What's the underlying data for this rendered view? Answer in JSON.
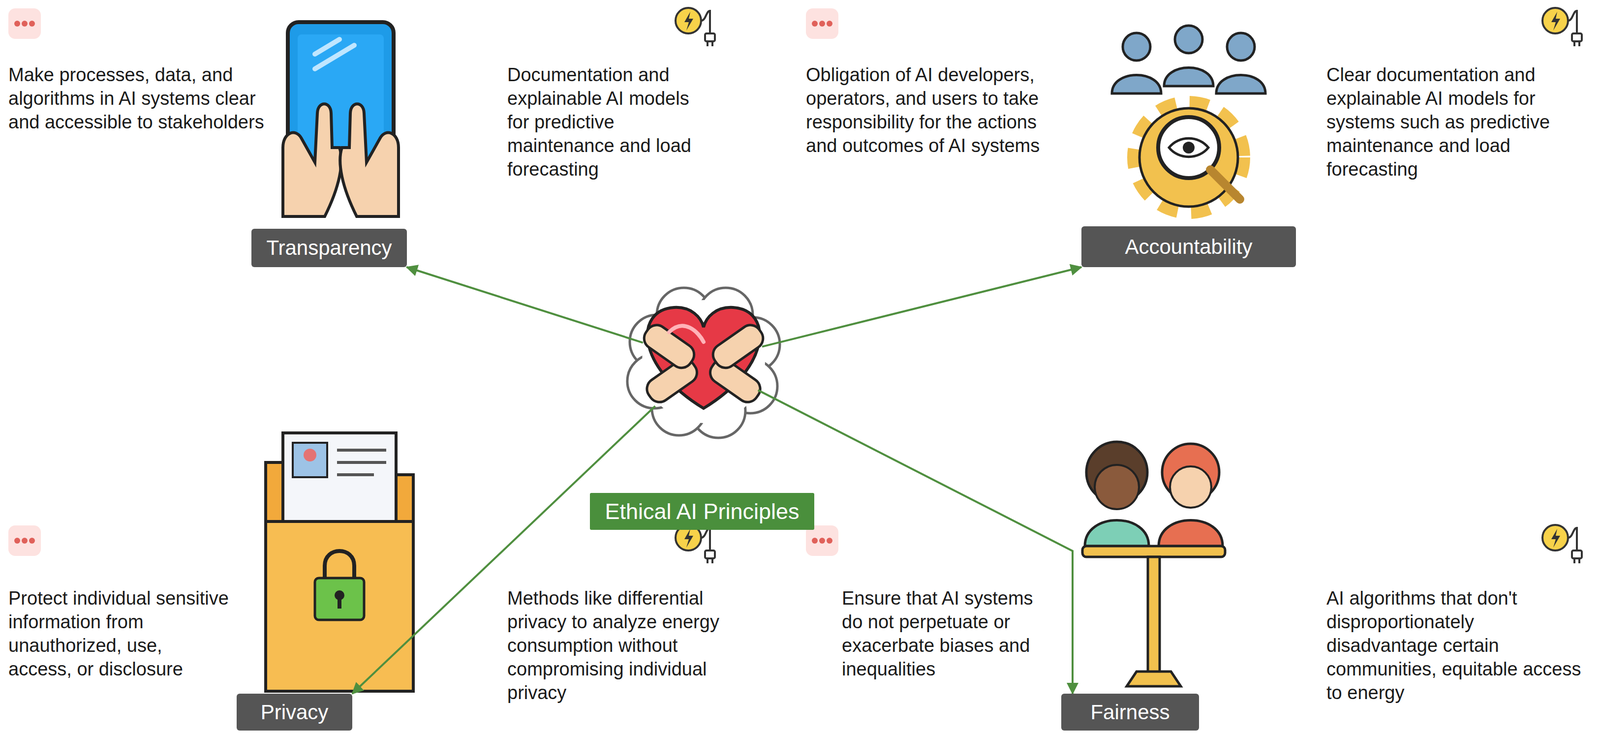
{
  "diagram": {
    "nodes": [
      {
        "text": [
          "Transparency"
        ]
      },
      {
        "text": [
          "Accountability"
        ]
      },
      {
        "text": [
          "Ethical AI Principles"
        ]
      },
      {
        "text": [
          "Privacy"
        ]
      },
      {
        "text": [
          "Fairness"
        ]
      }
    ],
    "edges": [
      {
        "from": 2,
        "to": 0,
        "arrow": "to"
      },
      {
        "from": 2,
        "to": 1,
        "arrow": "to"
      },
      {
        "from": 2,
        "to": 3,
        "arrow": "to"
      },
      {
        "from": 2,
        "to": 4,
        "arrow": "to"
      }
    ],
    "labels": [
      "Make processes, data, and algorithms in AI systems clear and accessible to stakeholders",
      "Documentation and explainable AI models for predictive maintenance and load forecasting",
      "Obligation of AI developers, operators, and users to take responsibility for the actions and outcomes of AI systems",
      "Clear documentation and explainable AI models for systems such as predictive maintenance and load forecasting",
      "Protect individual sensitive information from unauthorized, use, access, or disclosure",
      "Methods like differential privacy to analyze energy consumption without compromising individual privacy",
      "Ensure that AI systems do not perpetuate or exacerbate biases and inequalities",
      "AI algorithms that don't disproportionately disadvantage certain communities, equitable access to energy"
    ]
  }
}
